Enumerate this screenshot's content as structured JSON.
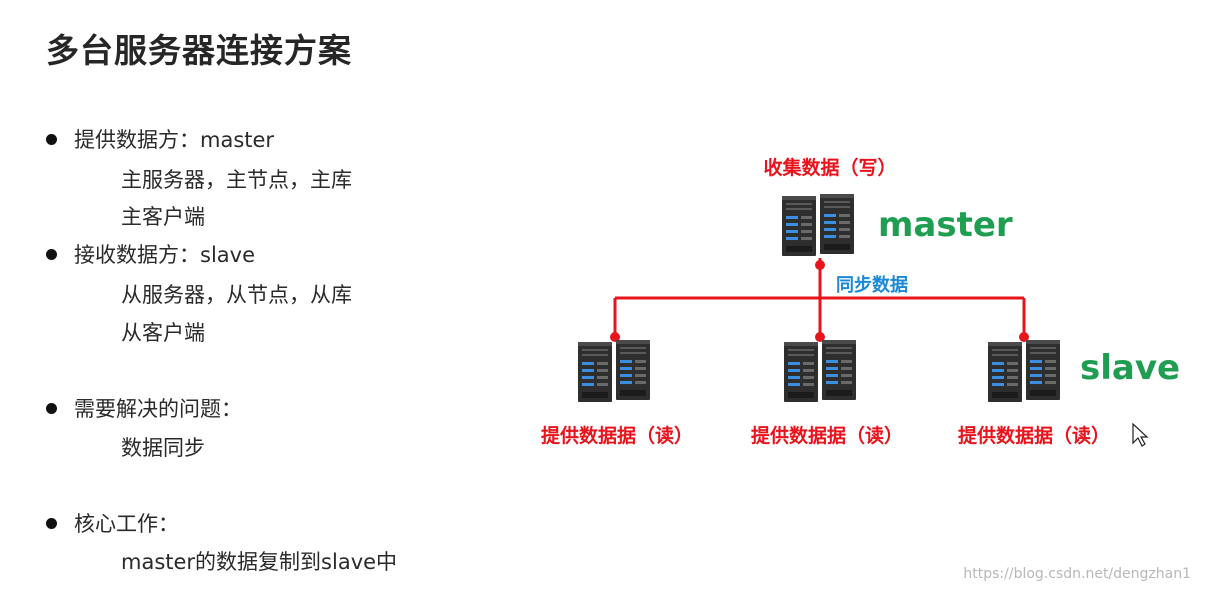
{
  "title": "多台服务器连接方案",
  "bullets": [
    {
      "label": "提供数据方：master",
      "subs": [
        "主服务器，主节点，主库",
        "主客户端"
      ]
    },
    {
      "label": "接收数据方：slave",
      "subs": [
        "从服务器，从节点，从库",
        "从客户端"
      ]
    },
    {
      "label": "需要解决的问题：",
      "subs": [
        "数据同步"
      ]
    },
    {
      "label": "核心工作：",
      "subs": [
        "master的数据复制到slave中"
      ]
    }
  ],
  "diagram": {
    "master_top_label": "收集数据（写）",
    "master_name": "master",
    "sync_label": "同步数据",
    "slave_name": "slave",
    "slave_labels": [
      "提供数据据（读）",
      "提供数据据（读）",
      "提供数据据（读）"
    ],
    "colors": {
      "red": "#e8141b",
      "blue": "#1a8ad8",
      "green": "#1f9e52",
      "server": "#2e2e2e"
    }
  },
  "watermark": "https://blog.csdn.net/dengzhan1"
}
